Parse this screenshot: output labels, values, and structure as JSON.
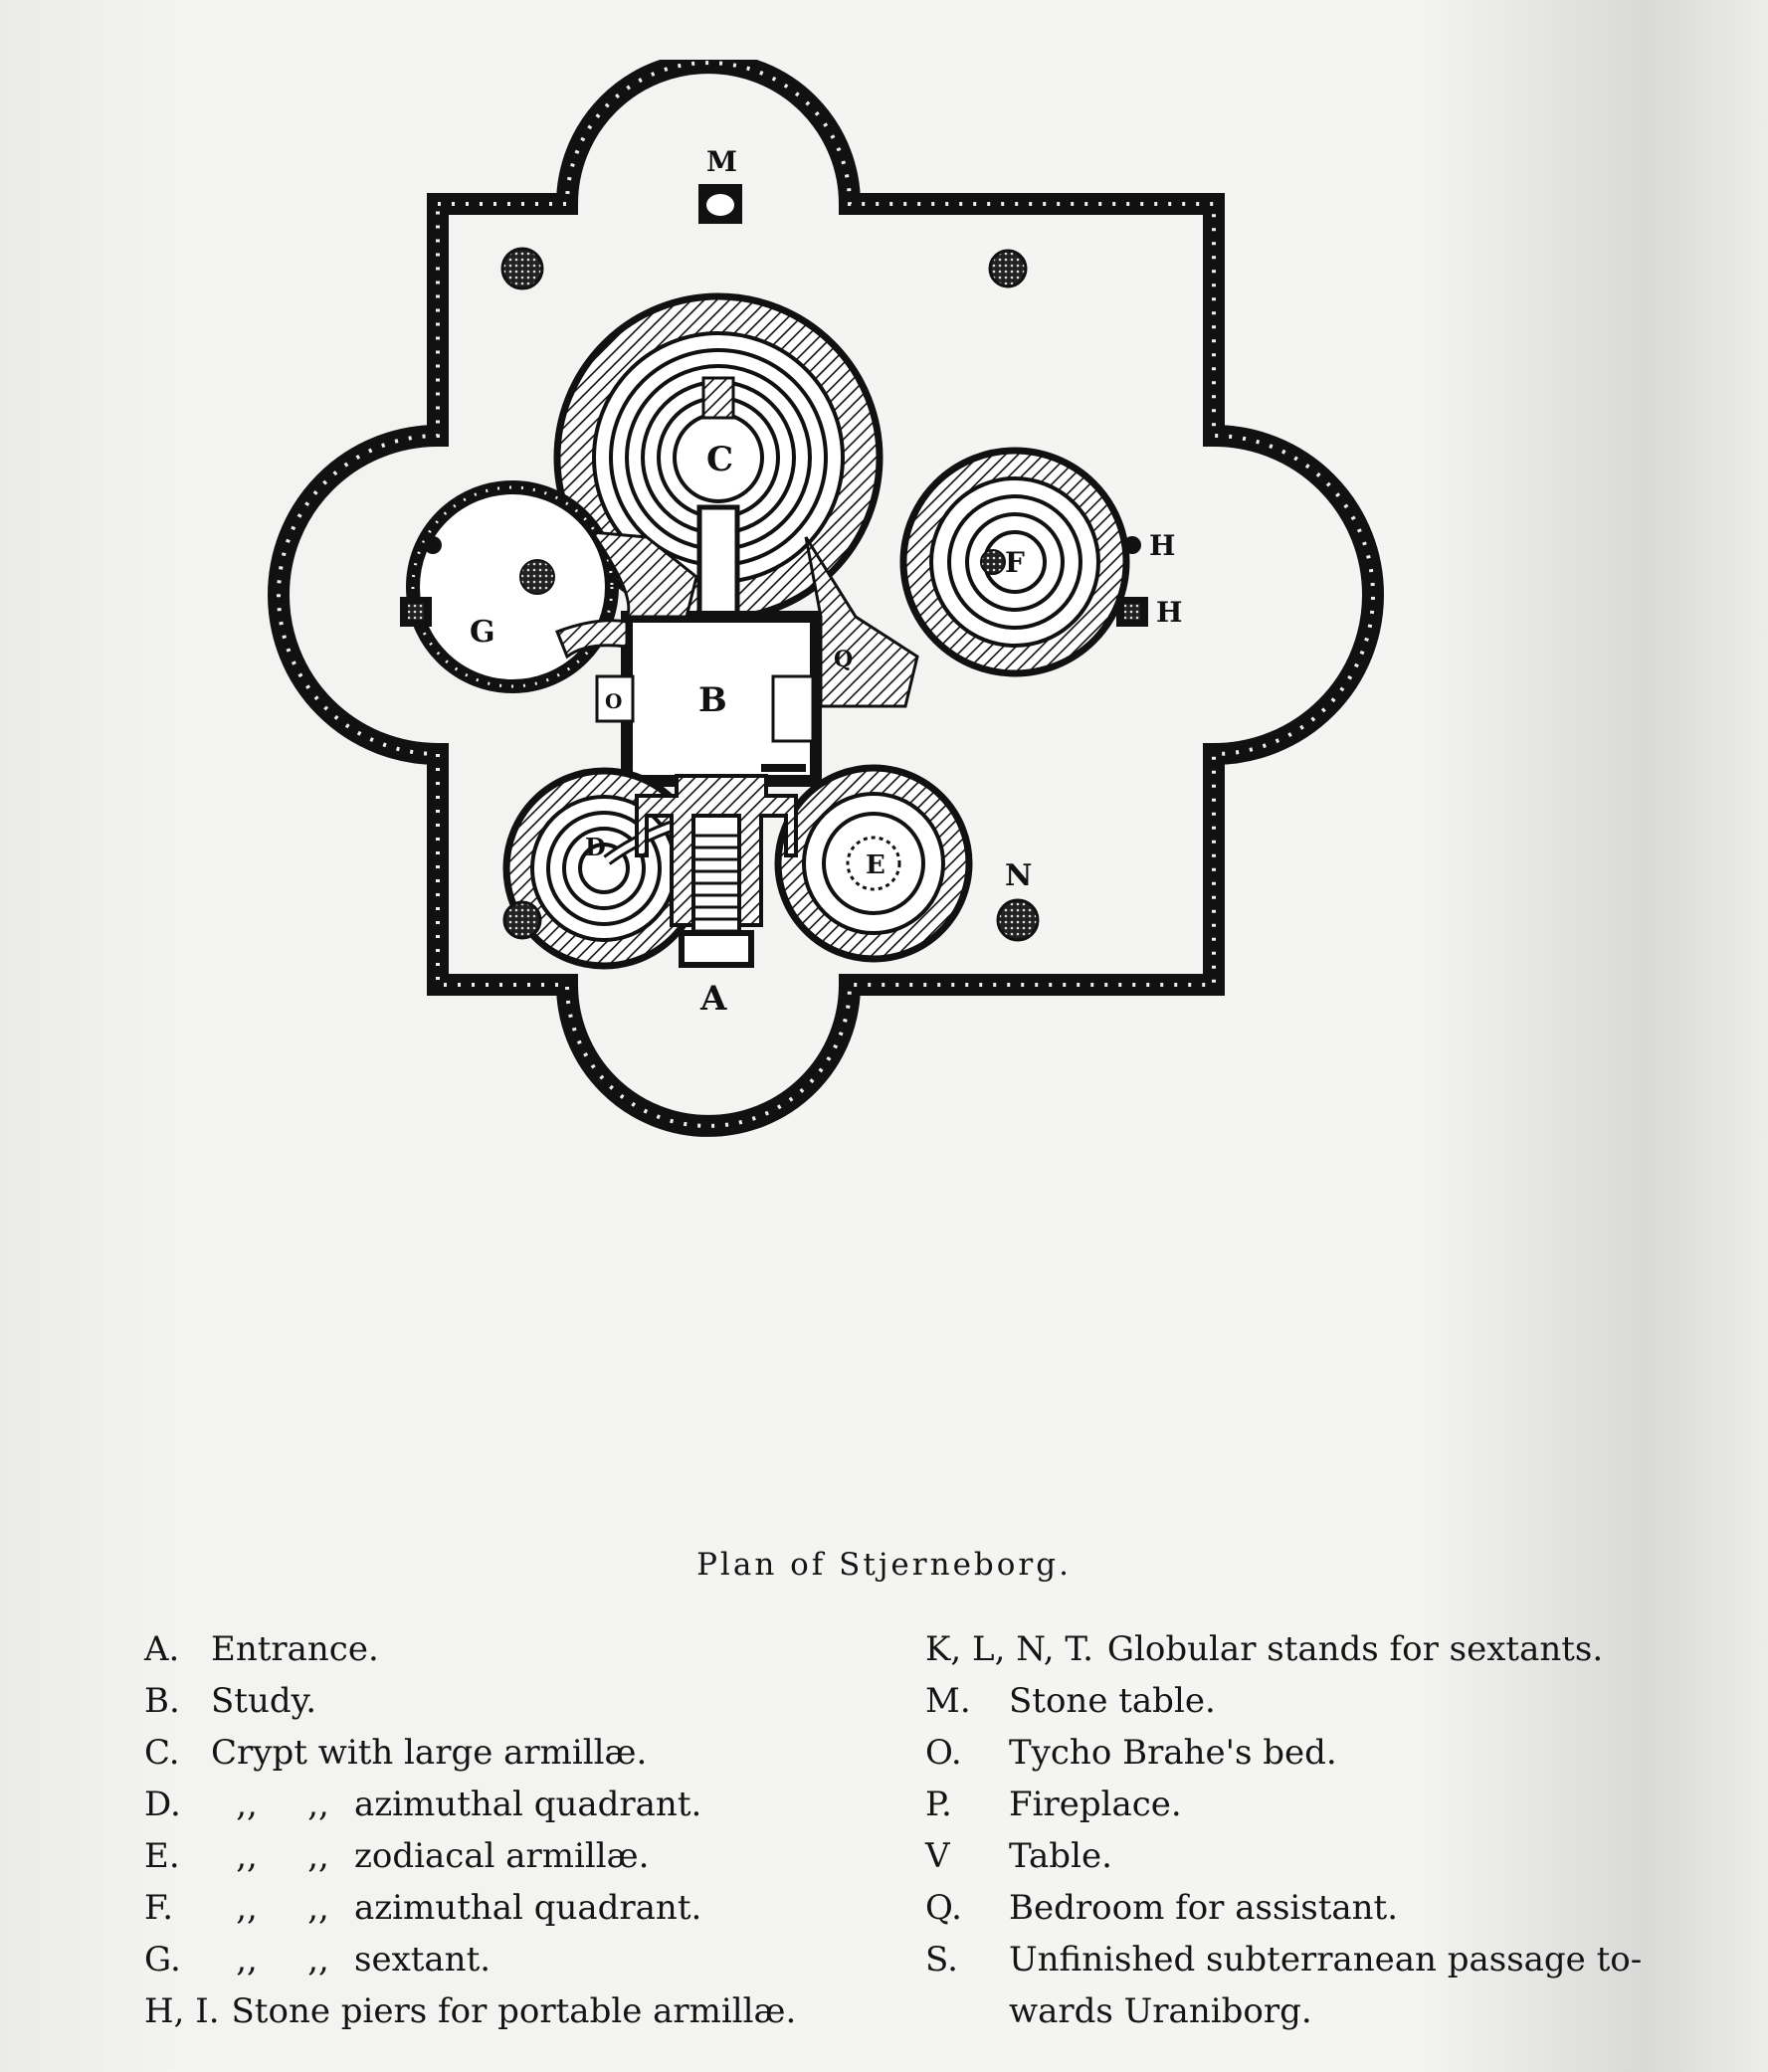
{
  "plan": {
    "letters": {
      "A": "A",
      "B": "B",
      "C": "C",
      "D": "D",
      "E": "E",
      "F": "F",
      "G": "G",
      "H": "H",
      "M": "M",
      "N": "N",
      "O": "O",
      "Q": "Q"
    }
  },
  "caption": "Plan of Stjerneborg.",
  "legend_left": [
    {
      "key": "A.",
      "text": "Entrance."
    },
    {
      "key": "B.",
      "text": "Study."
    },
    {
      "key": "C.",
      "text": "Crypt with large armillæ."
    },
    {
      "key": "D.",
      "ditto1": ",,",
      "ditto2": ",,",
      "text": "azimuthal quadrant."
    },
    {
      "key": "E.",
      "ditto1": ",,",
      "ditto2": ",,",
      "text": "zodiacal armillæ."
    },
    {
      "key": "F.",
      "ditto1": ",,",
      "ditto2": ",,",
      "text": "azimuthal quadrant."
    },
    {
      "key": "G.",
      "ditto1": ",,",
      "ditto2": ",,",
      "text": "sextant."
    },
    {
      "key": "H, I.",
      "text": "Stone piers for portable armillæ."
    }
  ],
  "legend_right": [
    {
      "key": "K, L, N, T.",
      "text": "Globular stands for sextants."
    },
    {
      "key": "M.",
      "text": "Stone table."
    },
    {
      "key": "O.",
      "text": "Tycho Brahe's bed."
    },
    {
      "key": "P.",
      "text": "Fireplace."
    },
    {
      "key": "V",
      "text": "Table."
    },
    {
      "key": "Q.",
      "text": "Bedroom for assistant."
    },
    {
      "key": "S.",
      "text": "Unfinished subterranean passage to-"
    },
    {
      "key": "",
      "text": "wards Uraniborg."
    }
  ]
}
